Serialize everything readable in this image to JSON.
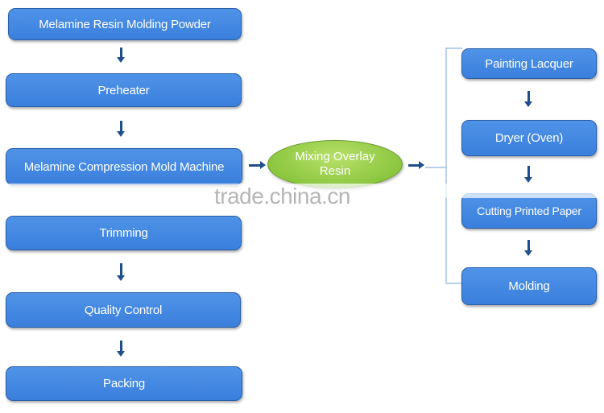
{
  "left_column": [
    {
      "id": "melamine-resin-molding-powder",
      "label": "Melamine Resin Molding Powder"
    },
    {
      "id": "preheater",
      "label": "Preheater"
    },
    {
      "id": "melamine-compression-mold-machine",
      "label": "Melamine Compression Mold Machine"
    },
    {
      "id": "trimming",
      "label": "Trimming"
    },
    {
      "id": "quality-control",
      "label": "Quality Control"
    },
    {
      "id": "packing",
      "label": "Packing"
    }
  ],
  "center": {
    "label_line1": "Mixing Overlay",
    "label_line2": "Resin"
  },
  "right_column": [
    {
      "id": "painting-lacquer",
      "label": "Painting Lacquer"
    },
    {
      "id": "dryer-oven",
      "label": "Dryer (Oven)"
    },
    {
      "id": "cutting-printed-paper",
      "label": "Cutting Printed Paper"
    },
    {
      "id": "molding",
      "label": "Molding"
    }
  ],
  "watermark": "trade.china.cn",
  "colors": {
    "box_fill": "#3f86e0",
    "box_border": "#2a5fa8",
    "oval_fill": "#9acd4c",
    "arrow": "#1f4e8c"
  }
}
